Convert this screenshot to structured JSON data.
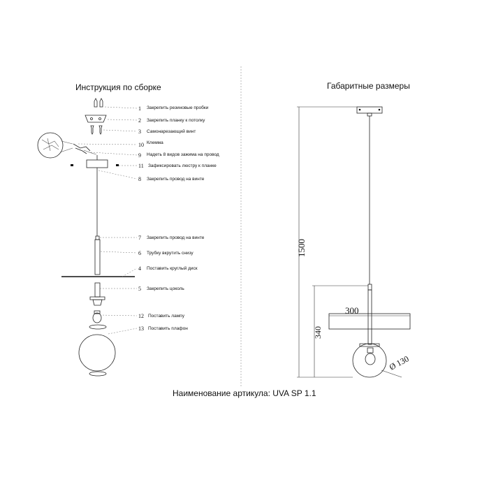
{
  "left_title": "Инструкция по сборке",
  "right_title": "Габаритные размеры",
  "footer": "Наименование артикула: UVA SP 1.1",
  "steps": [
    {
      "num": "1",
      "text": "Закрепить резиновые пробки"
    },
    {
      "num": "2",
      "text": "Закрепить планку к потолку"
    },
    {
      "num": "3",
      "text": "Самонарезающий винт"
    },
    {
      "num": "10",
      "text": "Клемма"
    },
    {
      "num": "9",
      "text": "Надеть 8 видов зажима на провод"
    },
    {
      "num": "11",
      "text": "Зафиксировать люстру к планке"
    },
    {
      "num": "8",
      "text": "Закрепить провод на винте"
    },
    {
      "num": "7",
      "text": "Закрепить провод на винте"
    },
    {
      "num": "6",
      "text": "Трубку вкрутить снизу"
    },
    {
      "num": "4",
      "text": "Поставить круглый диск"
    },
    {
      "num": "5",
      "text": "Закрепить цоколь"
    },
    {
      "num": "12",
      "text": "Поставить лампу"
    },
    {
      "num": "13",
      "text": "Поставить плафон"
    }
  ],
  "dimensions": {
    "height": "1500",
    "disc_width": "300",
    "shade_height": "340",
    "globe_diameter": "Ø 130"
  }
}
